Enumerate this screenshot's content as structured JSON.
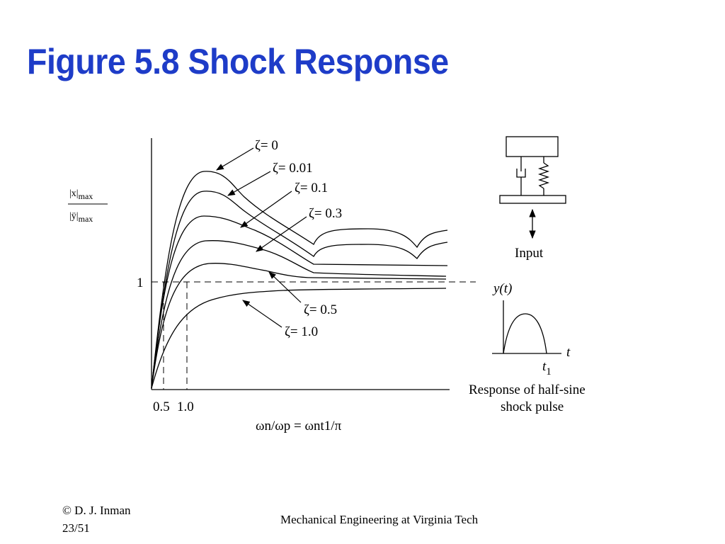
{
  "slide": {
    "title": "Figure 5.8 Shock Response"
  },
  "figure": {
    "y_axis_label_num": "|x|",
    "y_axis_label_num_sub": "max",
    "y_axis_label_den": "|ÿ|",
    "y_axis_label_den_sub": "max",
    "y_tick_1": "1",
    "x_tick_05": "0.5",
    "x_tick_10": "1.0",
    "x_axis_label": "ωn/ωp = ωnt1/π",
    "curve_labels": [
      "ζ= 0",
      "ζ= 0.01",
      "ζ= 0.1",
      "ζ= 0.3",
      "ζ= 0.5",
      "ζ= 1.0"
    ],
    "inset_input_label": "Input",
    "pulse_y_label": "y(t)",
    "pulse_t_label": "t",
    "pulse_t1_label": "t",
    "pulse_t1_sub": "1",
    "caption_line1": "Response of half-sine",
    "caption_line2": "shock pulse"
  },
  "footer": {
    "copyright": "© D. J. Inman",
    "page": "23/51",
    "center": "Mechanical Engineering at Virginia Tech"
  }
}
